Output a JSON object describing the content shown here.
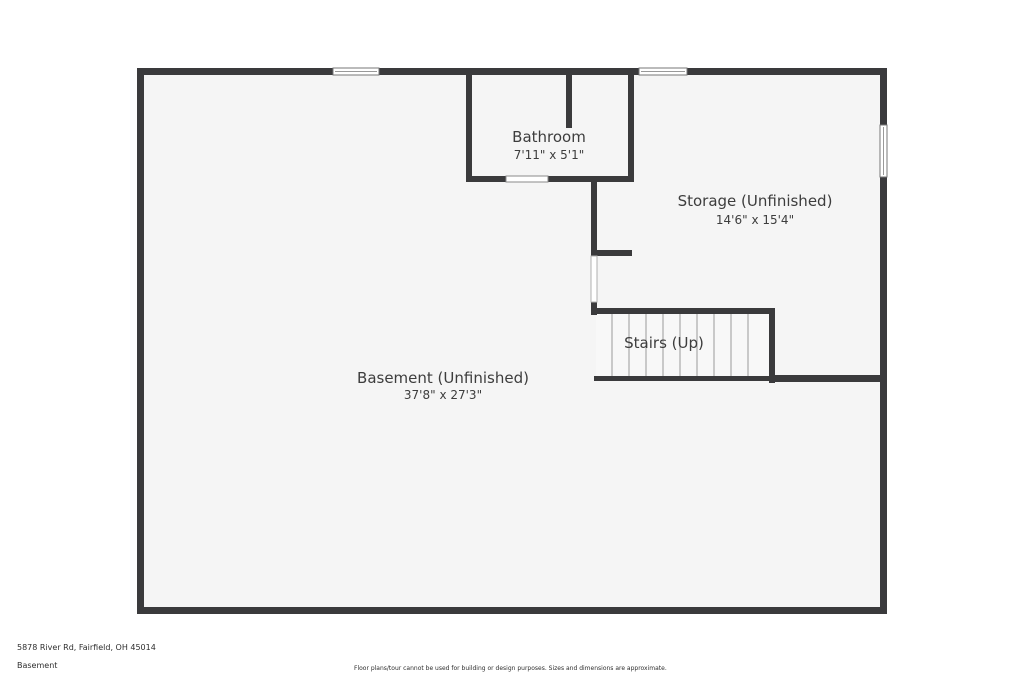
{
  "rooms": {
    "basement": {
      "name": "Basement (Unfinished)",
      "dims": "37'8\" x 27'3\""
    },
    "bathroom": {
      "name": "Bathroom",
      "dims": "7'11\" x 5'1\""
    },
    "storage": {
      "name": "Storage (Unfinished)",
      "dims": "14'6\" x 15'4\""
    },
    "stairs": {
      "name": "Stairs (Up)"
    }
  },
  "footer": {
    "address": "5878 River Rd, Fairfield, OH 45014",
    "level": "Basement",
    "disclaimer": "Floor plans/tour cannot be used for building or design purposes. Sizes and dimensions are approximate."
  },
  "colors": {
    "wall": "#3a3a3c",
    "floor": "#f5f5f5",
    "window": "#ffffff"
  }
}
